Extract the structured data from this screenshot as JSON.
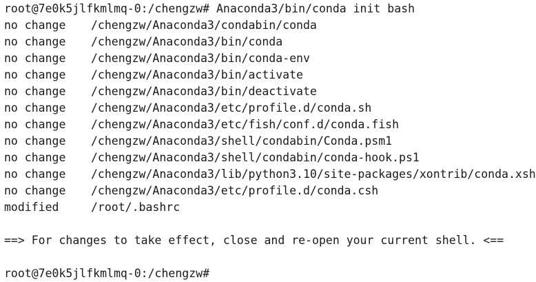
{
  "terminal": {
    "command_line": "root@7e0k5jlfkmlmq-0:/chengzw# Anaconda3/bin/conda init bash",
    "results": [
      {
        "status": "no change",
        "path": "/chengzw/Anaconda3/condabin/conda"
      },
      {
        "status": "no change",
        "path": "/chengzw/Anaconda3/bin/conda"
      },
      {
        "status": "no change",
        "path": "/chengzw/Anaconda3/bin/conda-env"
      },
      {
        "status": "no change",
        "path": "/chengzw/Anaconda3/bin/activate"
      },
      {
        "status": "no change",
        "path": "/chengzw/Anaconda3/bin/deactivate"
      },
      {
        "status": "no change",
        "path": "/chengzw/Anaconda3/etc/profile.d/conda.sh"
      },
      {
        "status": "no change",
        "path": "/chengzw/Anaconda3/etc/fish/conf.d/conda.fish"
      },
      {
        "status": "no change",
        "path": "/chengzw/Anaconda3/shell/condabin/Conda.psm1"
      },
      {
        "status": "no change",
        "path": "/chengzw/Anaconda3/shell/condabin/conda-hook.ps1"
      },
      {
        "status": "no change",
        "path": "/chengzw/Anaconda3/lib/python3.10/site-packages/xontrib/conda.xsh"
      },
      {
        "status": "no change",
        "path": "/chengzw/Anaconda3/etc/profile.d/conda.csh"
      },
      {
        "status": "modified",
        "path": "/root/.bashrc"
      }
    ],
    "notice": "==> For changes to take effect, close and re-open your current shell. <==",
    "prompt": "root@7e0k5jlfkmlmq-0:/chengzw#"
  }
}
